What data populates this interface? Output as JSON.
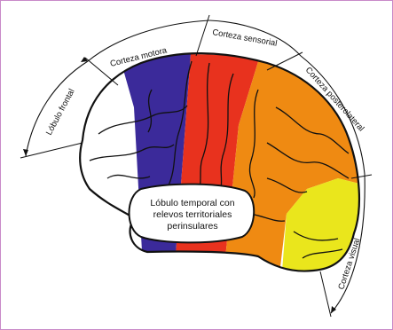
{
  "labels": {
    "lobulo_frontal": "Lóbulo frontal",
    "corteza_motora": "Corteza motora",
    "corteza_sensorial": "Corteza sensorial",
    "corteza_posterolateral": "Corteza posterolateral",
    "corteza_visual": "Corteza visual",
    "temporal_line1": "Lóbulo temporal con",
    "temporal_line2": "relevos territoriales",
    "temporal_line3": "perinsulares"
  },
  "colors": {
    "motor": "#3b2a9a",
    "sensory": "#e8321e",
    "posterolateral": "#ef8a12",
    "visual": "#eae61c",
    "outline": "#111111",
    "frame": "#c98ac9"
  }
}
